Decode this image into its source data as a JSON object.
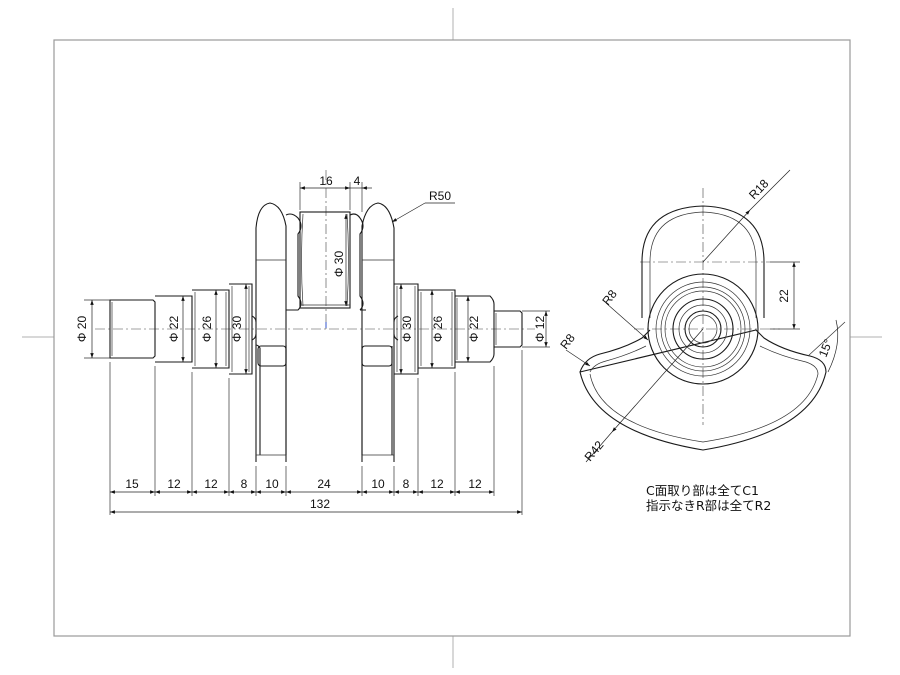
{
  "dimensions": {
    "top_16": "16",
    "top_4": "4",
    "r50": "R50",
    "phi30_center": "Φ 30",
    "phi20": "Φ 20",
    "phi22_left": "Φ 22",
    "phi26_left": "Φ 26",
    "phi30_left": "Φ 30",
    "phi30_right": "Φ 30",
    "phi26_right": "Φ 26",
    "phi22_right": "Φ 22",
    "phi12": "Φ 12",
    "len_15": "15",
    "len_12a": "12",
    "len_12b": "12",
    "len_8a": "8",
    "len_10a": "10",
    "len_24": "24",
    "len_10b": "10",
    "len_8b": "8",
    "len_12c": "12",
    "len_12d": "12",
    "len_total": "132",
    "r18": "R18",
    "d22": "22",
    "r8_upper": "R8",
    "r8_lower": "R8",
    "angle_15": "15°",
    "r42": "R42"
  },
  "notes": {
    "line1": "C面取り部は全てC1",
    "line2": "指示なきR部は全てR2"
  }
}
